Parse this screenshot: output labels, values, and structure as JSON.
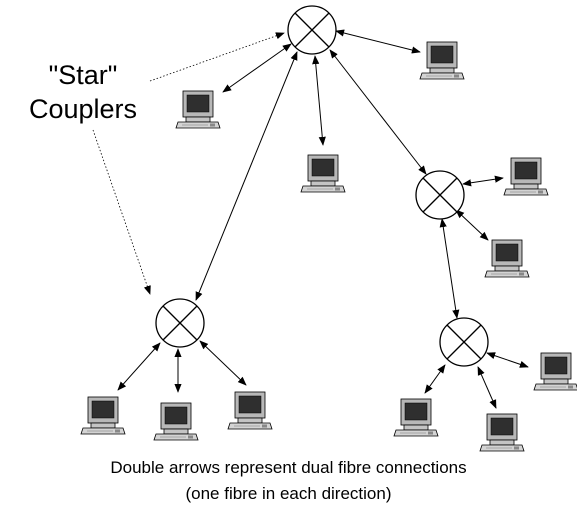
{
  "labels": {
    "coupler_line1": "\"Star\"",
    "coupler_line2": "Couplers",
    "caption_line1": "Double arrows represent dual fibre connections",
    "caption_line2": "(one fibre in each direction)"
  },
  "colors": {
    "line": "#000000",
    "monitor_bezel": "#b8b8b8",
    "monitor_screen": "#2f2f2f",
    "base": "#c4c4c4",
    "keyboard": "#d4d4d4",
    "outline": "#000000"
  }
}
